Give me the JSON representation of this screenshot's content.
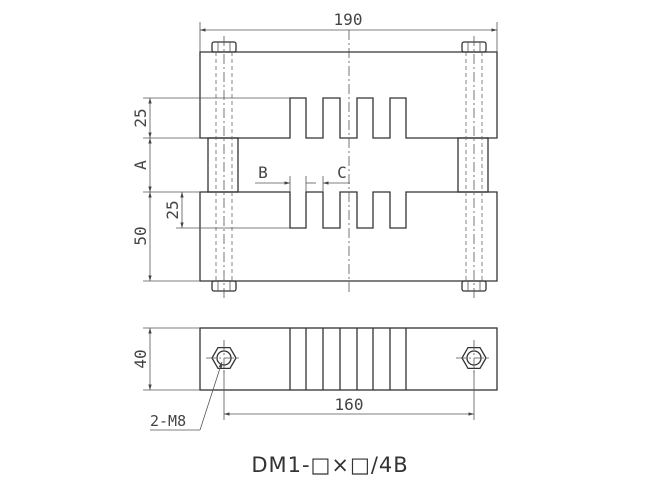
{
  "dimensions": {
    "overall_width": "190",
    "hole_spacing": "160",
    "slot_depth_top": "25",
    "gap": "A",
    "slot_depth_bottom": "25",
    "block_height": "50",
    "thickness": "40",
    "slot_width": "B",
    "tooth_width": "C"
  },
  "callouts": {
    "bolt": "2-M8"
  },
  "caption": "DM1-□×□/4B"
}
